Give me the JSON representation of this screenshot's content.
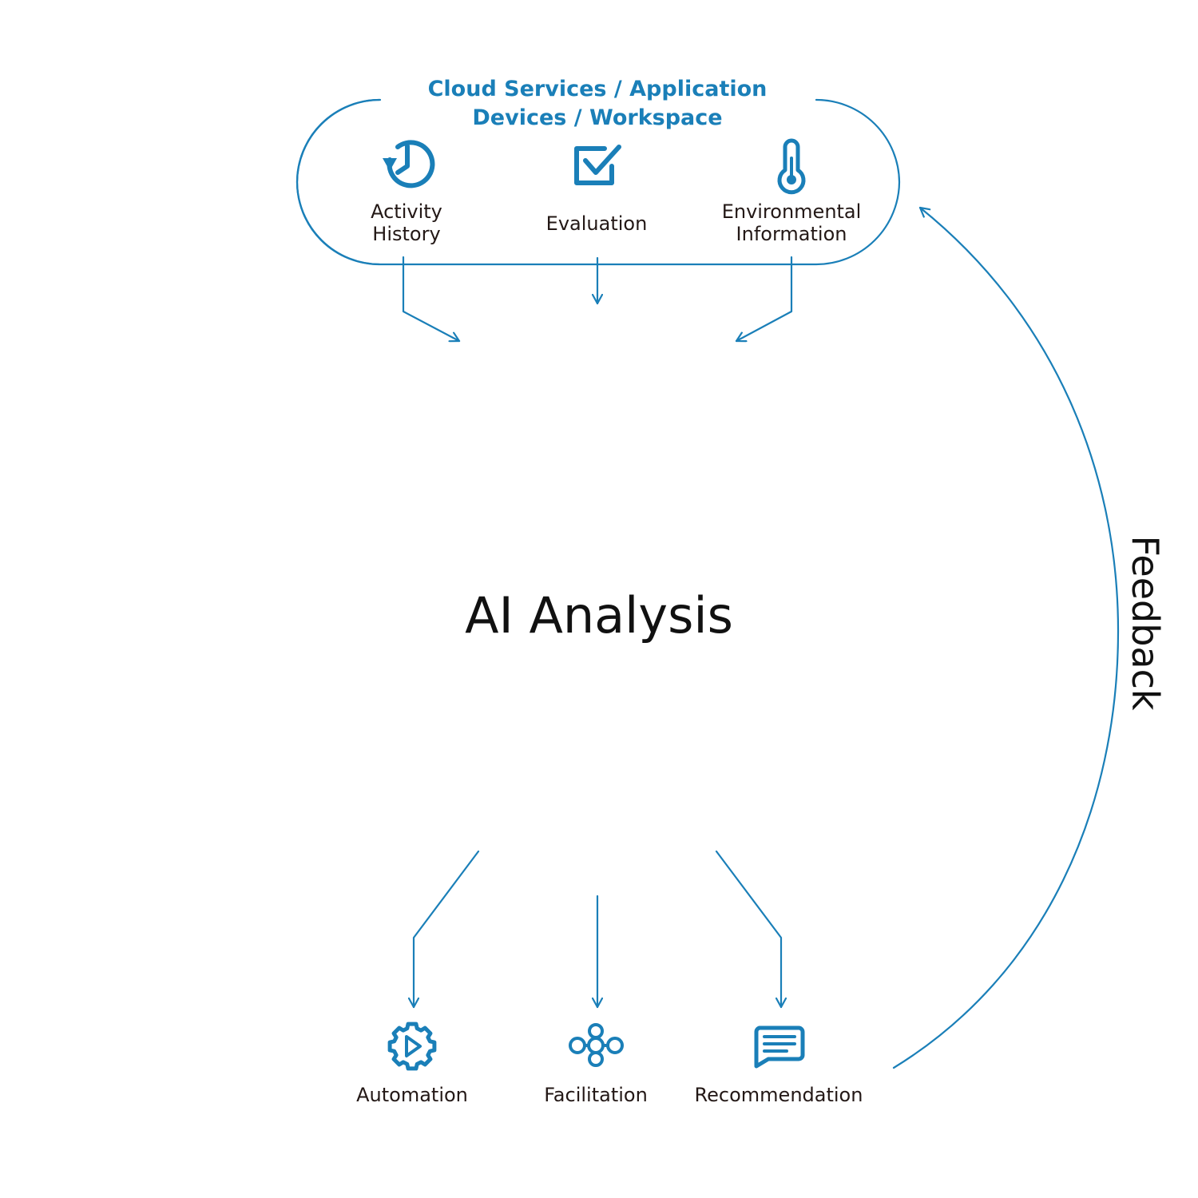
{
  "colors": {
    "accent": "#1a7fb8",
    "text": "#231816"
  },
  "sources": {
    "title_line1": "Cloud Services / Application",
    "title_line2": "Devices / Workspace",
    "items": [
      {
        "icon": "history-clock-icon",
        "label_lines": [
          "Activity",
          "History"
        ]
      },
      {
        "icon": "checkbox-icon",
        "label_lines": [
          "Evaluation"
        ]
      },
      {
        "icon": "thermometer-icon",
        "label_lines": [
          "Environmental",
          "Information"
        ]
      }
    ]
  },
  "center": {
    "label": "AI Analysis"
  },
  "outputs": {
    "items": [
      {
        "icon": "gear-play-icon",
        "label": "Automation"
      },
      {
        "icon": "network-nodes-icon",
        "label": "Facilitation"
      },
      {
        "icon": "chat-message-icon",
        "label": "Recommendation"
      }
    ]
  },
  "feedback": {
    "label": "Feedback"
  }
}
